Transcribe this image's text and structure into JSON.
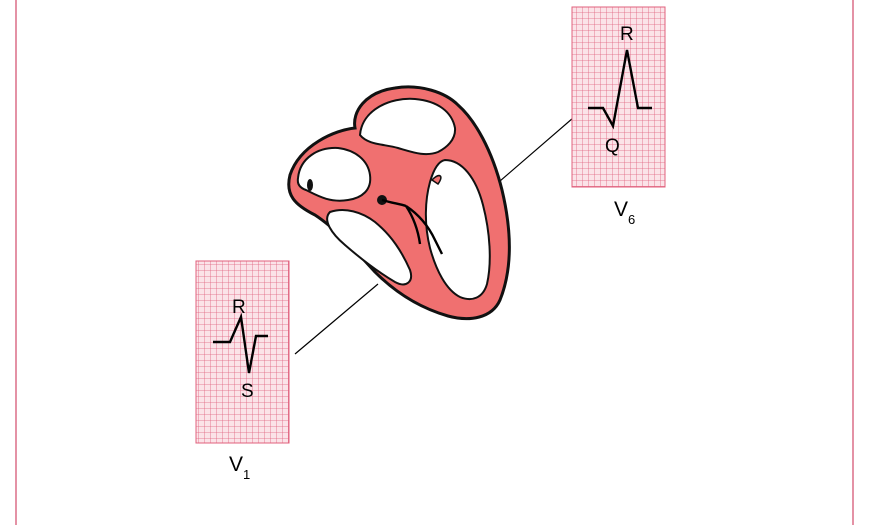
{
  "colors": {
    "frame": "#d14a6a",
    "paper_fill": "#fbe3e8",
    "paper_grid": "#e0607c",
    "myocardium": "#f07070",
    "outline": "#111111"
  },
  "leads": {
    "v1": {
      "name": "V",
      "subscript": "1",
      "r_label": "R",
      "s_label": "S"
    },
    "v6": {
      "name": "V",
      "subscript": "6",
      "r_label": "R",
      "q_label": "Q"
    }
  },
  "icons": [
    "heart-diagram",
    "conduction-system-icon",
    "sa-node-icon"
  ]
}
